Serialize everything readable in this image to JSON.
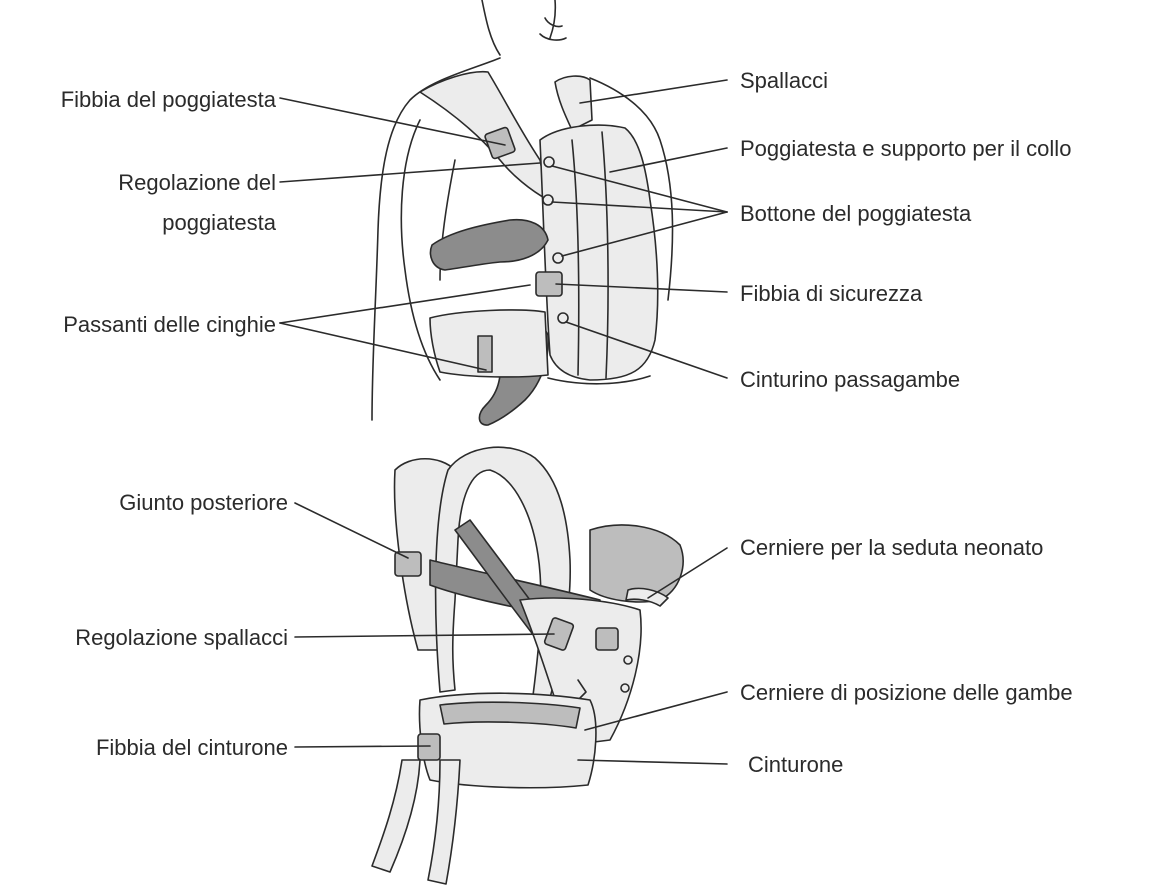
{
  "labels": {
    "fibbia_poggiatesta": "Fibbia del poggiatesta",
    "regolazione_poggiatesta_1": "Regolazione del",
    "regolazione_poggiatesta_2": "poggiatesta",
    "passanti_cinghie": "Passanti delle cinghie",
    "spallacci": "Spallacci",
    "poggiatesta_supporto_collo": "Poggiatesta e supporto per il collo",
    "bottone_poggiatesta": "Bottone del poggiatesta",
    "fibbia_sicurezza": "Fibbia di sicurezza",
    "cinturino_passagambe": "Cinturino passagambe",
    "giunto_posteriore": "Giunto posteriore",
    "regolazione_spallacci": "Regolazione spallacci",
    "fibbia_cinturone": "Fibbia del cinturone",
    "cerniere_seduta_neonato": "Cerniere per la seduta neonato",
    "cerniere_posizione_gambe": "Cerniere di posizione delle gambe",
    "cinturone": "Cinturone"
  },
  "colors": {
    "ink": "#2b2b2b",
    "fabric_light": "#ececec",
    "fabric_mid": "#bdbdbd",
    "fabric_dark": "#8c8c8c",
    "background": "#ffffff"
  }
}
